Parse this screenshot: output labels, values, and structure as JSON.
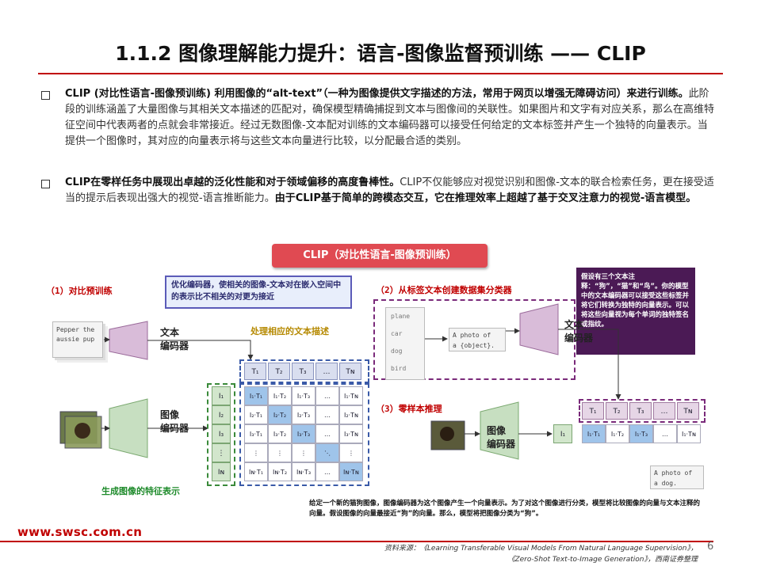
{
  "title": "1.1.2 图像理解能力提升：语言-图像监督预训练 —— CLIP",
  "bullets": [
    {
      "lead": "CLIP (对比性语言-图像预训练) 利用图像的“alt-text”（一种为图像提供文字描述的方法，常用于网页以增强无障碍访问）来进行训练。",
      "rest": "此阶段的训练涵盖了大量图像与其相关文本描述的匹配对，确保模型精确捕捉到文本与图像间的关联性。如果图片和文字有对应关系，那么在高维特征空间中代表两者的点就会非常接近。经过无数图像-文本配对训练的文本编码器可以接受任何给定的文本标签并产生一个独特的向量表示。当提供一个图像时，其对应的向量表示将与这些文本向量进行比较，以分配最合适的类别。"
    },
    {
      "lead": "CLIP在零样任务中展现出卓越的泛化性能和对于领域偏移的高度鲁棒性。",
      "rest": "CLIP不仅能够应对视觉识别和图像-文本的联合检索任务，更在接受适当的提示后表现出强大的视觉-语言推断能力。",
      "tail": "由于CLIP基于简单的跨模态交互，它在推理效率上超越了基于交叉注意力的视觉-语言模型。"
    }
  ],
  "diagram": {
    "banner": "CLIP（对比性语言-图像预训练）",
    "step1": "（1）对比预训练",
    "step2": "（2）从标签文本创建数据集分类器",
    "step3": "（3）零样本推理",
    "note_top": "优化编码器，使相关的图像-文本对在嵌入空间中的表示比不相关的对更为接近",
    "purple_note": "假设有三个文本注释：“狗”，“猫”和“鸟”。你的模型中的文本编码器可以接受这些标签并将它们转换为独特的向量表示。可以将这些向量视为每个单词的独特签名或指纹。",
    "process_text": "处理相应的文本描述",
    "gen_image": "生成图像的特征表示",
    "bottom_note": "给定一个新的猫狗图像，图像编码器为这个图像产生一个向量表示。为了对这个图像进行分类，模型将比较图像的向量与文本注释的向量。假设图像的向量最接近“狗”的向量。那么，模型将把图像分类为“狗”。",
    "text_encoder": "文本\n编码器",
    "image_encoder": "图像\n编码器",
    "card_text": "Pepper the\naussie pup",
    "labels": [
      "plane",
      "car",
      "dog",
      "bird"
    ],
    "prompt1": "A photo of\na {object}.",
    "prompt2": "A photo of\na dog.",
    "text_tokens": [
      "T₁",
      "T₂",
      "T₃",
      "…",
      "Tɴ"
    ],
    "image_tokens": [
      "I₁",
      "I₂",
      "I₃",
      "⋮",
      "Iɴ"
    ],
    "zs_tokens": [
      "T₁",
      "T₂",
      "T₃",
      "…",
      "Tɴ"
    ],
    "zs_cells": [
      "I₁·T₁",
      "I₁·T₂",
      "I₁·T₃",
      "…",
      "I₁·Tɴ"
    ],
    "zs_image": "I₁"
  },
  "footer": {
    "logo": "www.swsc.com.cn",
    "source_line1": "资料来源：《Learning Transferable Visual Models From Natural Language Supervision》，",
    "source_line2": "《Zero-Shot Text-to-Image Generation》，西南证券整理",
    "page": "6"
  },
  "colors": {
    "accent": "#c00000",
    "purple": "#4b1a55",
    "banner": "#e04a52"
  }
}
